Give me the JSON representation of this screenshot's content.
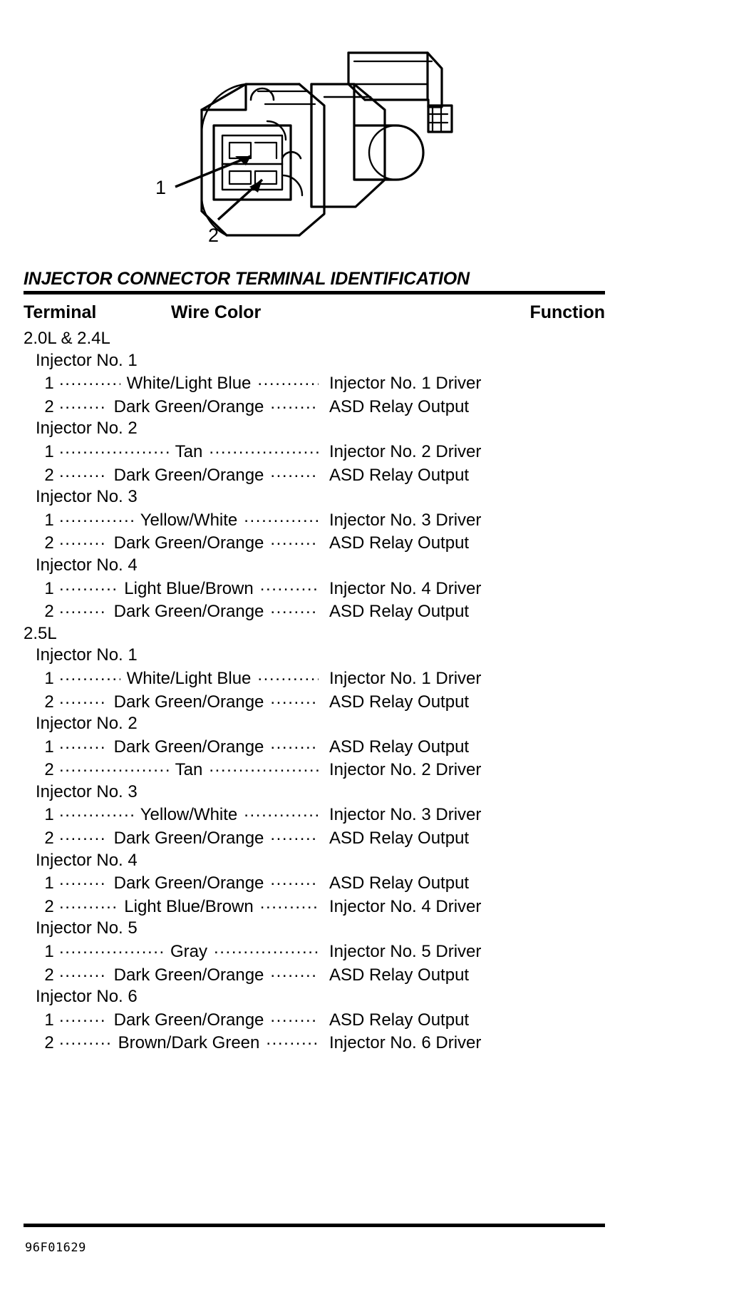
{
  "illustration": {
    "name": "injector-connector-drawing",
    "callouts": [
      {
        "label": "1",
        "meaning": "terminal-1"
      },
      {
        "label": "2",
        "meaning": "terminal-2"
      }
    ]
  },
  "section": {
    "title": "INJECTOR CONNECTOR TERMINAL IDENTIFICATION"
  },
  "columns": {
    "terminal": "Terminal",
    "wire_color": "Wire Color",
    "function": "Function"
  },
  "groups": [
    {
      "engine": "2.0L & 2.4L",
      "injectors": [
        {
          "label": "Injector No. 1",
          "rows": [
            {
              "terminal": "1",
              "wire_color": "White/Light Blue",
              "function": "Injector No. 1 Driver"
            },
            {
              "terminal": "2",
              "wire_color": "Dark Green/Orange",
              "function": "ASD Relay Output"
            }
          ]
        },
        {
          "label": "Injector No. 2",
          "rows": [
            {
              "terminal": "1",
              "wire_color": "Tan",
              "function": "Injector No. 2 Driver"
            },
            {
              "terminal": "2",
              "wire_color": "Dark Green/Orange",
              "function": "ASD Relay Output"
            }
          ]
        },
        {
          "label": "Injector No. 3",
          "rows": [
            {
              "terminal": "1",
              "wire_color": "Yellow/White",
              "function": "Injector No. 3 Driver"
            },
            {
              "terminal": "2",
              "wire_color": "Dark Green/Orange",
              "function": "ASD Relay Output"
            }
          ]
        },
        {
          "label": "Injector No. 4",
          "rows": [
            {
              "terminal": "1",
              "wire_color": "Light Blue/Brown",
              "function": "Injector No. 4 Driver"
            },
            {
              "terminal": "2",
              "wire_color": "Dark Green/Orange",
              "function": "ASD Relay Output"
            }
          ]
        }
      ]
    },
    {
      "engine": "2.5L",
      "injectors": [
        {
          "label": "Injector No. 1",
          "rows": [
            {
              "terminal": "1",
              "wire_color": "White/Light Blue",
              "function": "Injector No. 1 Driver"
            },
            {
              "terminal": "2",
              "wire_color": "Dark Green/Orange",
              "function": "ASD Relay Output"
            }
          ]
        },
        {
          "label": "Injector No. 2",
          "rows": [
            {
              "terminal": "1",
              "wire_color": "Dark Green/Orange",
              "function": "ASD Relay Output"
            },
            {
              "terminal": "2",
              "wire_color": "Tan",
              "function": "Injector No. 2 Driver"
            }
          ]
        },
        {
          "label": "Injector No. 3",
          "rows": [
            {
              "terminal": "1",
              "wire_color": "Yellow/White",
              "function": "Injector No. 3 Driver"
            },
            {
              "terminal": "2",
              "wire_color": "Dark Green/Orange",
              "function": "ASD Relay Output"
            }
          ]
        },
        {
          "label": "Injector No. 4",
          "rows": [
            {
              "terminal": "1",
              "wire_color": "Dark Green/Orange",
              "function": "ASD Relay Output"
            },
            {
              "terminal": "2",
              "wire_color": "Light Blue/Brown",
              "function": "Injector No. 4 Driver"
            }
          ]
        },
        {
          "label": "Injector No. 5",
          "rows": [
            {
              "terminal": "1",
              "wire_color": "Gray",
              "function": "Injector No. 5 Driver"
            },
            {
              "terminal": "2",
              "wire_color": "Dark Green/Orange",
              "function": "ASD Relay Output"
            }
          ]
        },
        {
          "label": "Injector No. 6",
          "rows": [
            {
              "terminal": "1",
              "wire_color": "Dark Green/Orange",
              "function": "ASD Relay Output"
            },
            {
              "terminal": "2",
              "wire_color": "Brown/Dark Green",
              "function": "Injector No. 6 Driver"
            }
          ]
        }
      ]
    }
  ],
  "footer": {
    "code": "96F01629"
  }
}
